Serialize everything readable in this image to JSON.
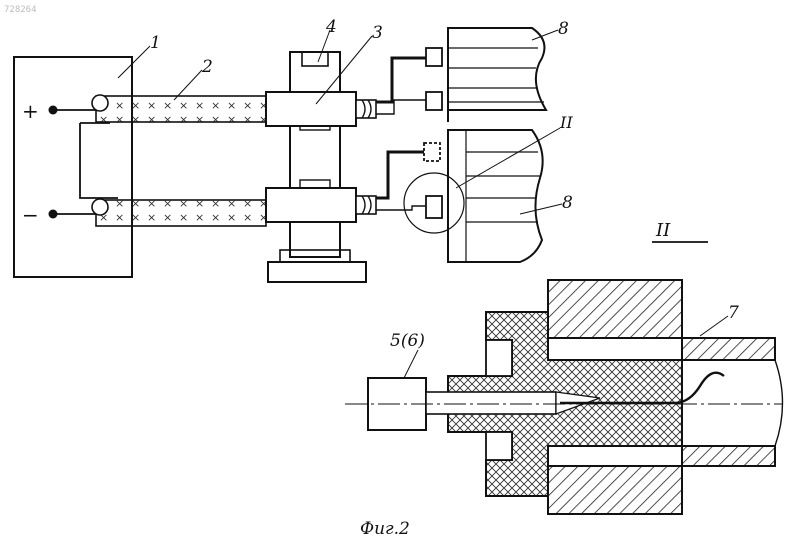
{
  "watermark": "728264",
  "labels": {
    "l1": "1",
    "l2": "2",
    "l3": "3",
    "l4": "4",
    "l8a": "8",
    "l8b": "8",
    "lII": "II",
    "plus": "+",
    "minus": "−",
    "detail_title": "II",
    "l56": "5(6)",
    "l7": "7"
  },
  "caption": "Фиг.2"
}
